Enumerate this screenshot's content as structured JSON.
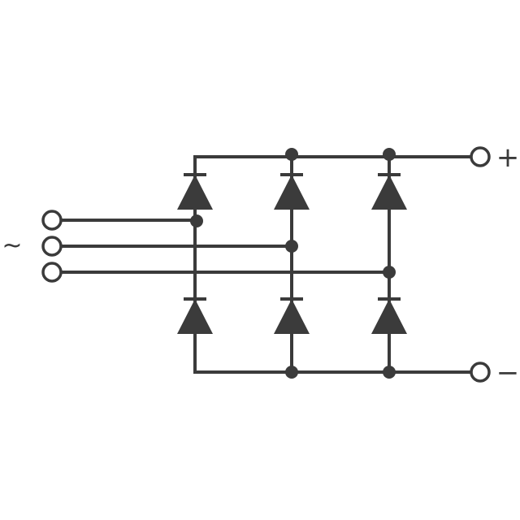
{
  "diagram": {
    "type": "three-phase-bridge-rectifier",
    "labels": {
      "ac_input": "~",
      "dc_positive": "+",
      "dc_negative": "−"
    },
    "ac_inputs": 3,
    "diode_legs": 3,
    "colors": {
      "line": "#3b3b3b",
      "background": "#ffffff"
    }
  }
}
